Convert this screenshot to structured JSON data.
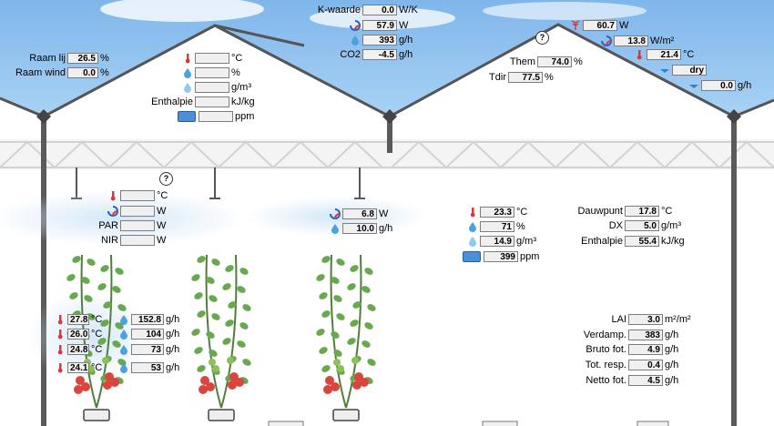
{
  "roof": {
    "raam_lij": {
      "label": "Raam lij",
      "value": "26.5",
      "unit": "%"
    },
    "raam_wind": {
      "label": "Raam wind",
      "value": "0.0",
      "unit": "%"
    },
    "k_waarde": {
      "label": "K-waarde",
      "value": "0.0",
      "unit": "W/K"
    },
    "heat_w": {
      "value": "57.9",
      "unit": "W"
    },
    "vapour_gh": {
      "value": "393",
      "unit": "g/h"
    },
    "co2": {
      "label": "CO2",
      "value": "-4.5",
      "unit": "g/h"
    }
  },
  "attic": {
    "temp": {
      "value": "",
      "unit": "°C"
    },
    "rh": {
      "value": "",
      "unit": "%"
    },
    "abs_hum": {
      "value": "",
      "unit": "g/m³"
    },
    "enthalpie": {
      "label": "Enthalpie",
      "value": "",
      "unit": "kJ/kg"
    },
    "co2": {
      "value": "",
      "unit": "ppm"
    }
  },
  "outside": {
    "radiation": {
      "value": "60.7",
      "unit": "W"
    },
    "rad_m2": {
      "value": "13.8",
      "unit": "W/m²"
    },
    "temp": {
      "value": "21.4",
      "unit": "°C"
    },
    "weather": {
      "value": "dry"
    },
    "rain": {
      "value": "0.0",
      "unit": "g/h"
    },
    "them": {
      "label": "Them",
      "value": "74.0",
      "unit": "%"
    },
    "tdir": {
      "label": "Tdir",
      "value": "77.5",
      "unit": "%"
    }
  },
  "lamps": {
    "temp": {
      "value": "",
      "unit": "°C"
    },
    "heat": {
      "value": "",
      "unit": "W"
    },
    "par": {
      "label": "PAR",
      "value": "",
      "unit": "W"
    },
    "nir": {
      "label": "NIR",
      "value": "",
      "unit": "W"
    },
    "screen_heat": {
      "value": "6.8",
      "unit": "W"
    },
    "screen_vap": {
      "value": "10.0",
      "unit": "g/h"
    }
  },
  "greenhouse": {
    "temp": {
      "value": "23.3",
      "unit": "°C"
    },
    "rh": {
      "value": "71",
      "unit": "%"
    },
    "abs_hum": {
      "value": "14.9",
      "unit": "g/m³"
    },
    "co2": {
      "value": "399",
      "unit": "ppm"
    },
    "dauwpunt": {
      "label": "Dauwpunt",
      "value": "17.8",
      "unit": "°C"
    },
    "dx": {
      "label": "DX",
      "value": "5.0",
      "unit": "g/m³"
    },
    "enthalpie": {
      "label": "Enthalpie",
      "value": "55.4",
      "unit": "kJ/kg"
    }
  },
  "crop_temps": [
    {
      "value": "27.8",
      "unit": "°C"
    },
    {
      "value": "26.0",
      "unit": "°C"
    },
    {
      "value": "24.8",
      "unit": "°C"
    },
    {
      "value": "24.1",
      "unit": "°C"
    }
  ],
  "crop_flows": [
    {
      "value": "152.8",
      "unit": "g/h"
    },
    {
      "value": "104",
      "unit": "g/h"
    },
    {
      "value": "73",
      "unit": "g/h"
    },
    {
      "value": "53",
      "unit": "g/h"
    }
  ],
  "crop": {
    "lai": {
      "label": "LAI",
      "value": "3.0",
      "unit": "m²/m²"
    },
    "verdamp": {
      "label": "Verdamp.",
      "value": "383",
      "unit": "g/h"
    },
    "bruto": {
      "label": "Bruto fot.",
      "value": "4.9",
      "unit": "g/h"
    },
    "resp": {
      "label": "Tot. resp.",
      "value": "0.4",
      "unit": "g/h"
    },
    "netto": {
      "label": "Netto fot.",
      "value": "4.5",
      "unit": "g/h"
    }
  },
  "help": {
    "symbol": "?"
  },
  "colors": {
    "sky": "#8fc0ee",
    "frame": "#555555",
    "truss": "#d8d8d8",
    "leaf": "#6aa84f",
    "tomato": "#d9453f"
  },
  "icons": [
    "thermometer-icon",
    "circulation-icon",
    "droplet-icon",
    "sun-icon",
    "rain-icon",
    "co2-icon",
    "help-icon"
  ]
}
